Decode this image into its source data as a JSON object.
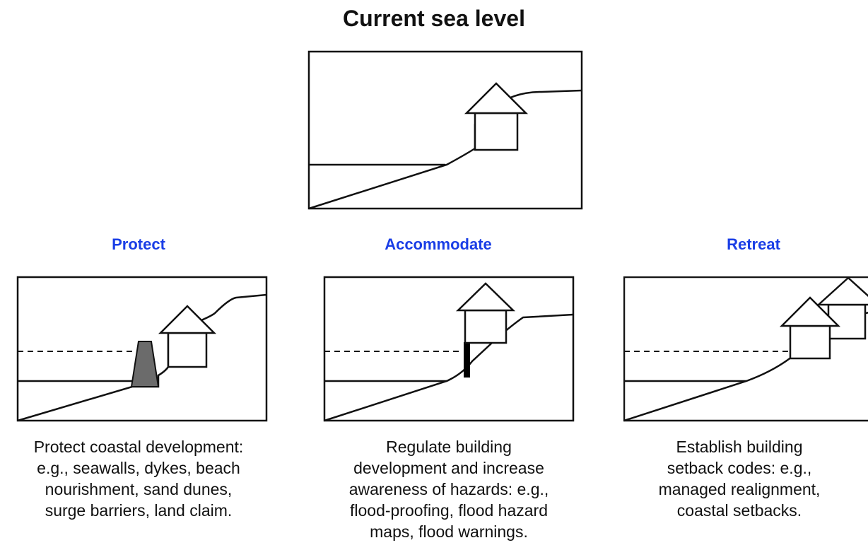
{
  "title": "Current sea level",
  "colors": {
    "label": "#1a3ee6",
    "line": "#111111",
    "seawall": "#6b6b6b",
    "barrier": "#000000"
  },
  "options": [
    {
      "label": "Protect",
      "caption": [
        "Protect coastal development:",
        "e.g., seawalls, dykes, beach",
        "nourishment, sand dunes,",
        "surge barriers, land claim."
      ]
    },
    {
      "label": "Accommodate",
      "caption": [
        "Regulate building",
        "development and increase",
        "awareness of hazards: e.g.,",
        "flood-proofing, flood hazard",
        "maps, flood warnings."
      ]
    },
    {
      "label": "Retreat",
      "caption": [
        "Establish building",
        "setback codes: e.g.,",
        "managed realignment,",
        "coastal setbacks."
      ]
    }
  ]
}
